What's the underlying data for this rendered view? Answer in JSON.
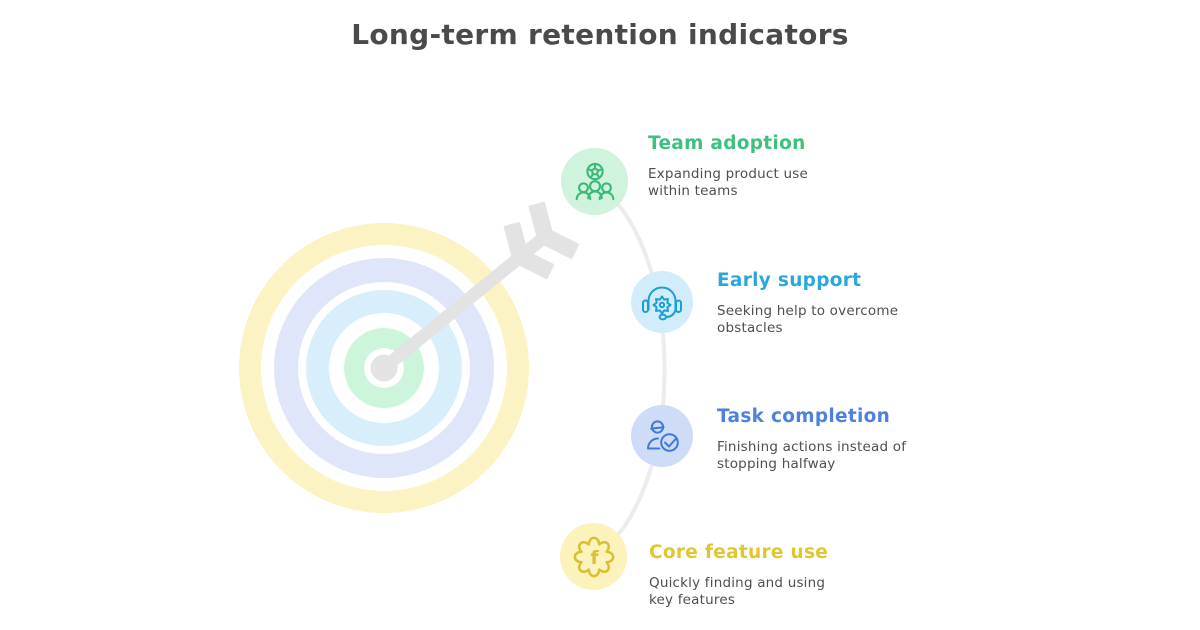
{
  "title": "Long-term retention indicators",
  "items": [
    {
      "title": "Team adoption",
      "description": "Expanding product use\nwithin teams",
      "accent": "#3ec17f",
      "icon": "team-people-ball-icon",
      "icon_stroke": "#3cb878",
      "icon_bg": "#cff3dc"
    },
    {
      "title": "Early support",
      "description": "Seeking help to overcome\nobstacles",
      "accent": "#2ba7dc",
      "icon": "headset-gear-icon",
      "icon_stroke": "#1b9fd8",
      "icon_bg": "#d2ecfa"
    },
    {
      "title": "Task completion",
      "description": "Finishing actions instead of\nstopping halfway",
      "accent": "#4e80de",
      "icon": "person-checkmark-icon",
      "icon_stroke": "#4478d8",
      "icon_bg": "#cfdcf7"
    },
    {
      "title": "Core feature use",
      "description": "Quickly finding and using\nkey features",
      "accent": "#e2c62e",
      "icon": "feature-gear-f-icon",
      "icon_stroke": "#d9c032",
      "icon_bg": "#fbf3bb"
    }
  ],
  "illustration": {
    "type": "bullseye-target-with-arrow",
    "ring_outer": "#fbf3c4",
    "ring_second": "#dfe6fa",
    "ring_third": "#d9eefb",
    "ring_center": "#cdf5dc",
    "arrow": "#e3e3e3",
    "connector": "#ececec"
  },
  "colors": {
    "background": "#ffffff",
    "title_text": "#4a4a4a",
    "body_text": "#4f4f4f"
  }
}
